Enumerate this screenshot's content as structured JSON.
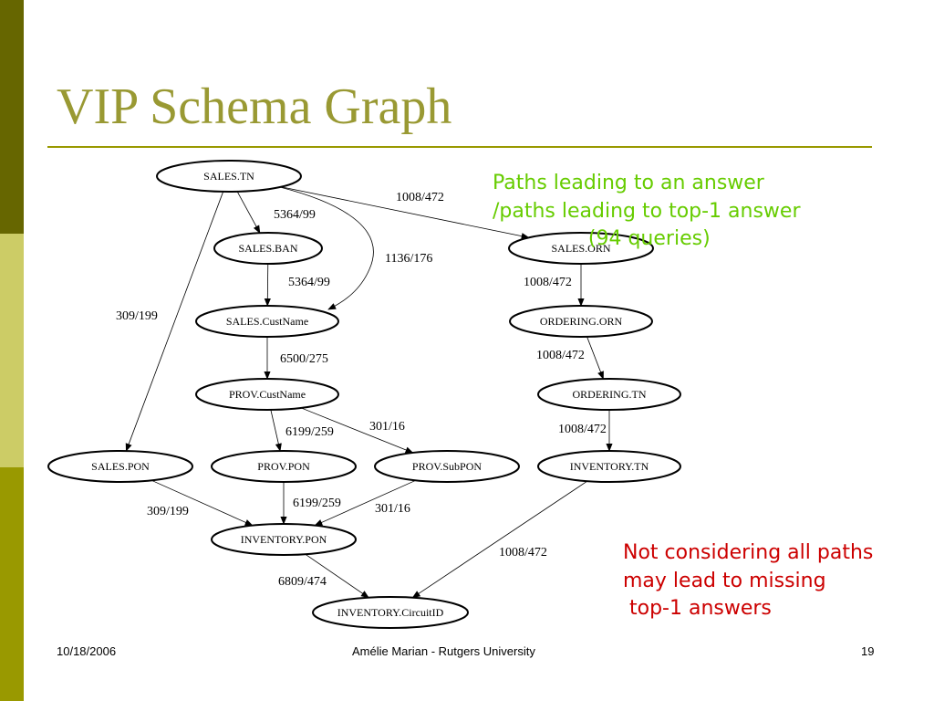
{
  "slide": {
    "title": "VIP Schema Graph",
    "footer_date": "10/18/2006",
    "footer_author": "Amélie Marian - Rutgers University",
    "page_number": "19"
  },
  "colors": {
    "title": "#999933",
    "rule": "#999900",
    "sidebar_dark": "#666600",
    "sidebar_light": "#CCCC66",
    "sidebar_mid": "#999900",
    "note_green": "#66CC00",
    "note_red": "#CC0000"
  },
  "notes": {
    "paths_note": "Paths leading to an answer\n/paths leading to top-1 answer\n               (94 queries)",
    "warning_note": "Not considering all paths\nmay lead to missing\n top-1 answers"
  },
  "graph": {
    "nodes": [
      {
        "id": "sales_tn",
        "label": "SALES.TN"
      },
      {
        "id": "sales_ban",
        "label": "SALES.BAN"
      },
      {
        "id": "sales_orn",
        "label": "SALES.ORN"
      },
      {
        "id": "sales_custname",
        "label": "SALES.CustName"
      },
      {
        "id": "ordering_orn",
        "label": "ORDERING.ORN"
      },
      {
        "id": "prov_custname",
        "label": "PROV.CustName"
      },
      {
        "id": "ordering_tn",
        "label": "ORDERING.TN"
      },
      {
        "id": "sales_pon",
        "label": "SALES.PON"
      },
      {
        "id": "prov_pon",
        "label": "PROV.PON"
      },
      {
        "id": "prov_subpon",
        "label": "PROV.SubPON"
      },
      {
        "id": "inventory_tn",
        "label": "INVENTORY.TN"
      },
      {
        "id": "inventory_pon",
        "label": "INVENTORY.PON"
      },
      {
        "id": "inventory_circuitid",
        "label": "INVENTORY.CircuitID"
      }
    ],
    "edges": [
      {
        "from": "sales_tn",
        "to": "sales_ban",
        "label": "5364/99"
      },
      {
        "from": "sales_tn",
        "to": "sales_orn",
        "label": "1008/472"
      },
      {
        "from": "sales_tn",
        "to": "sales_custname",
        "label": "1136/176"
      },
      {
        "from": "sales_tn",
        "to": "sales_pon",
        "label": "309/199"
      },
      {
        "from": "sales_ban",
        "to": "sales_custname",
        "label": "5364/99"
      },
      {
        "from": "sales_orn",
        "to": "ordering_orn",
        "label": "1008/472"
      },
      {
        "from": "sales_custname",
        "to": "prov_custname",
        "label": "6500/275"
      },
      {
        "from": "ordering_orn",
        "to": "ordering_tn",
        "label": "1008/472"
      },
      {
        "from": "prov_custname",
        "to": "prov_pon",
        "label": "6199/259"
      },
      {
        "from": "prov_custname",
        "to": "prov_subpon",
        "label": "301/16"
      },
      {
        "from": "ordering_tn",
        "to": "inventory_tn",
        "label": "1008/472"
      },
      {
        "from": "sales_pon",
        "to": "inventory_pon",
        "label": "309/199"
      },
      {
        "from": "prov_pon",
        "to": "inventory_pon",
        "label": "6199/259"
      },
      {
        "from": "prov_subpon",
        "to": "inventory_pon",
        "label": "301/16"
      },
      {
        "from": "inventory_tn",
        "to": "inventory_circuitid",
        "label": "1008/472"
      },
      {
        "from": "inventory_pon",
        "to": "inventory_circuitid",
        "label": "6809/474"
      }
    ]
  }
}
